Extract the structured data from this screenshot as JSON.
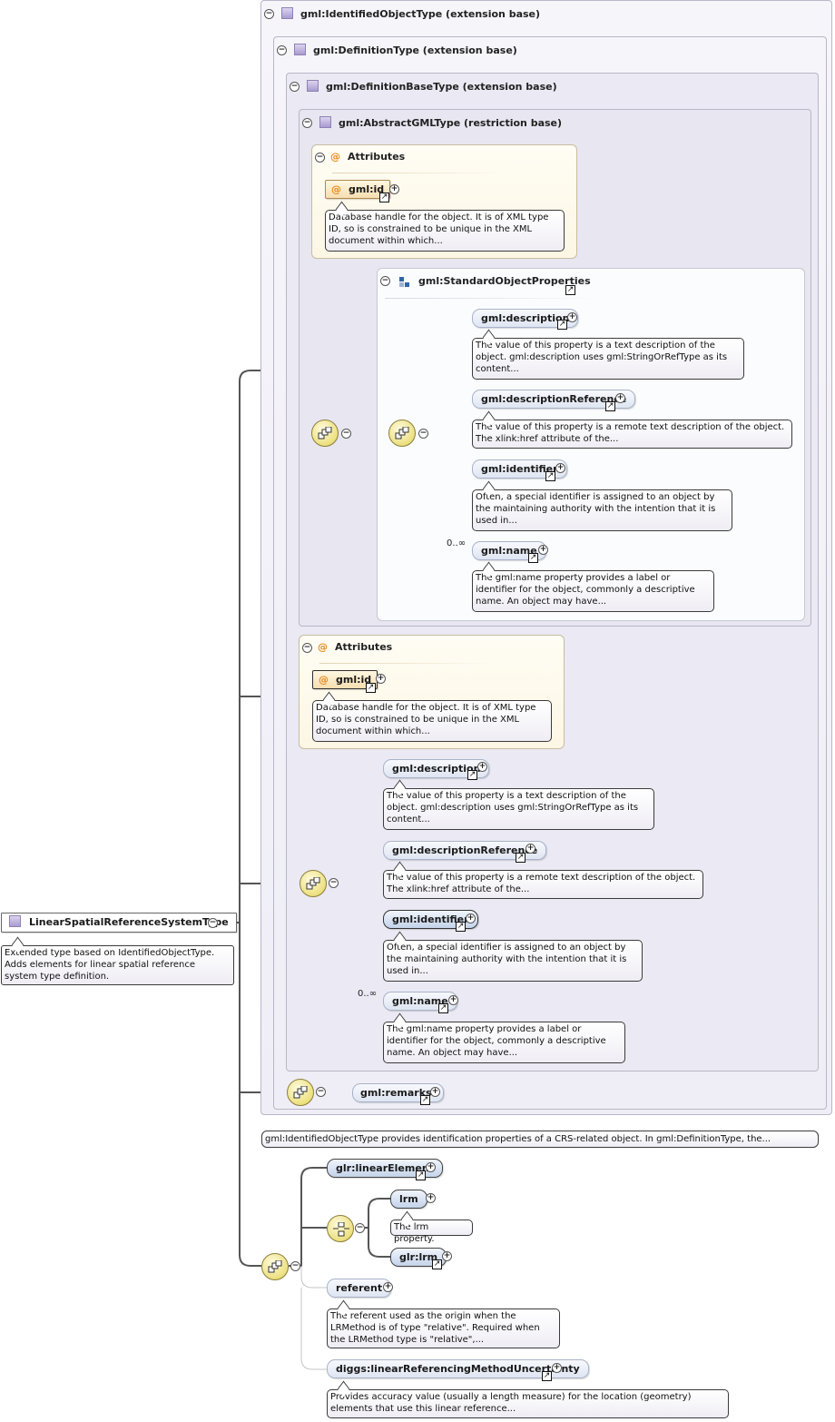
{
  "root": {
    "label": "LinearSpatialReferenceSystemType",
    "doc": "Extended type based on IdentifiedObjectType. Adds elements for linear spatial reference system type definition."
  },
  "ext1": {
    "label": "gml:IdentifiedObjectType (extension base)"
  },
  "ext2": {
    "label": "gml:DefinitionType (extension base)"
  },
  "ext3": {
    "label": "gml:DefinitionBaseType (extension base)"
  },
  "ext4": {
    "label": "gml:AbstractGMLType (restriction base)"
  },
  "attrs_inner": {
    "label": "Attributes",
    "id_label": "gml:id",
    "id_doc": "Database handle for the object. It is of XML type ID, so is constrained to be unique in the XML document within which..."
  },
  "std_props": {
    "label": "gml:StandardObjectProperties",
    "items": [
      {
        "label": "gml:description",
        "doc": "The value of this property is a text description of the object. gml:description uses gml:StringOrRefType as its content..."
      },
      {
        "label": "gml:descriptionReference",
        "doc": "The value of this property is a remote text description of the object. The xlink:href attribute of the..."
      },
      {
        "label": "gml:identifier",
        "doc": "Often, a special identifier is assigned to an object by the maintaining authority with the intention that it is used in..."
      },
      {
        "label": "gml:name",
        "doc": "The gml:name property provides a label or identifier for the object, commonly a descriptive name. An object may have...",
        "card": "0..∞"
      }
    ]
  },
  "attrs_outer": {
    "label": "Attributes",
    "id_label": "gml:id",
    "id_doc": "Database handle for the object. It is of XML type ID, so is constrained to be unique in the XML document within which..."
  },
  "def_items": [
    {
      "label": "gml:description",
      "doc": "The value of this property is a text description of the object. gml:description uses gml:StringOrRefType as its content..."
    },
    {
      "label": "gml:descriptionReference",
      "doc": "The value of this property is a remote text description of the object. The xlink:href attribute of the..."
    },
    {
      "label": "gml:identifier",
      "doc": "Often, a special identifier is assigned to an object by the maintaining authority with the intention that it is used in..."
    },
    {
      "label": "gml:name",
      "doc": "The gml:name property provides a label or identifier for the object, commonly a descriptive name. An object may have...",
      "card": "0..∞"
    }
  ],
  "remarks": {
    "label": "gml:remarks"
  },
  "ext1_doc": "gml:IdentifiedObjectType provides identification properties of a CRS-related object. In gml:DefinitionType, the...",
  "linear": {
    "linearElement": "glr:linearElement",
    "lrm": "lrm",
    "lrm_doc": "The lrm property.",
    "glr_lrm": "glr:lrm",
    "referent": "referent",
    "referent_doc": "The referent used as the origin when the LRMethod is of type \"relative\". Required when the LRMethod type is \"relative\",...",
    "uncertainty": "diggs:linearReferencingMethodUncertainty",
    "uncertainty_doc": "Provides accuracy value (usually a length measure) for the location (geometry) elements that use this linear reference..."
  }
}
